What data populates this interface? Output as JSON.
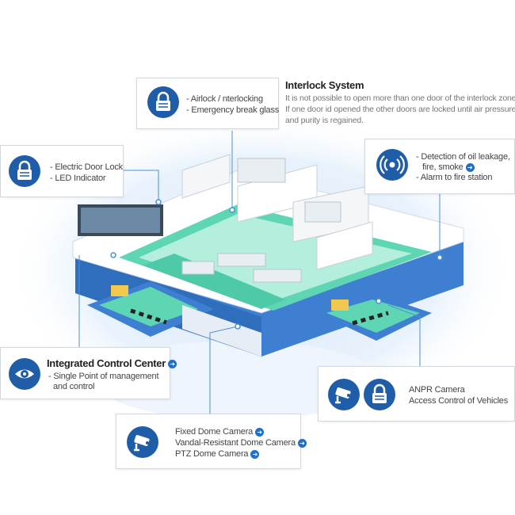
{
  "interlock": {
    "items": [
      "- Airlock / nterlocking",
      "- Emergency break glass"
    ],
    "title": "Interlock System",
    "desc": [
      "It is not possible to open more than one door of the interlock zone.",
      "If one door id opened the other doors are locked until air pressure",
      "and purity is regained."
    ]
  },
  "electric_door": {
    "items": [
      "- Electric Door Lock",
      "- LED Indicator"
    ]
  },
  "detection": {
    "items": [
      "- Detection of oil leakage,",
      "fire, smoke",
      "- Alarm to fire station"
    ]
  },
  "control_center": {
    "title": "Integrated Control Center",
    "items": [
      "- Single Point of management",
      "and control"
    ]
  },
  "anpr": {
    "items": [
      "ANPR Camera",
      "Access Control of Vehicles"
    ]
  },
  "cameras": {
    "items": [
      "Fixed Dome Camera",
      "Vandal-Resistant Dome Camera",
      "PTZ Dome Camera"
    ]
  },
  "icons": {
    "interlock": "lock-icon",
    "electric_door": "lock-icon",
    "detection": "sensor-icon",
    "control_center": "eye-icon",
    "anpr_camera": "camera-icon",
    "anpr_access": "lock-icon",
    "cameras": "camera-icon",
    "arrow": "arrow-right-icon"
  },
  "colors": {
    "accent": "#1f5da8",
    "floor": "#5ed6b4",
    "base": "#3f7fd2",
    "connector": "#4a90d9"
  }
}
